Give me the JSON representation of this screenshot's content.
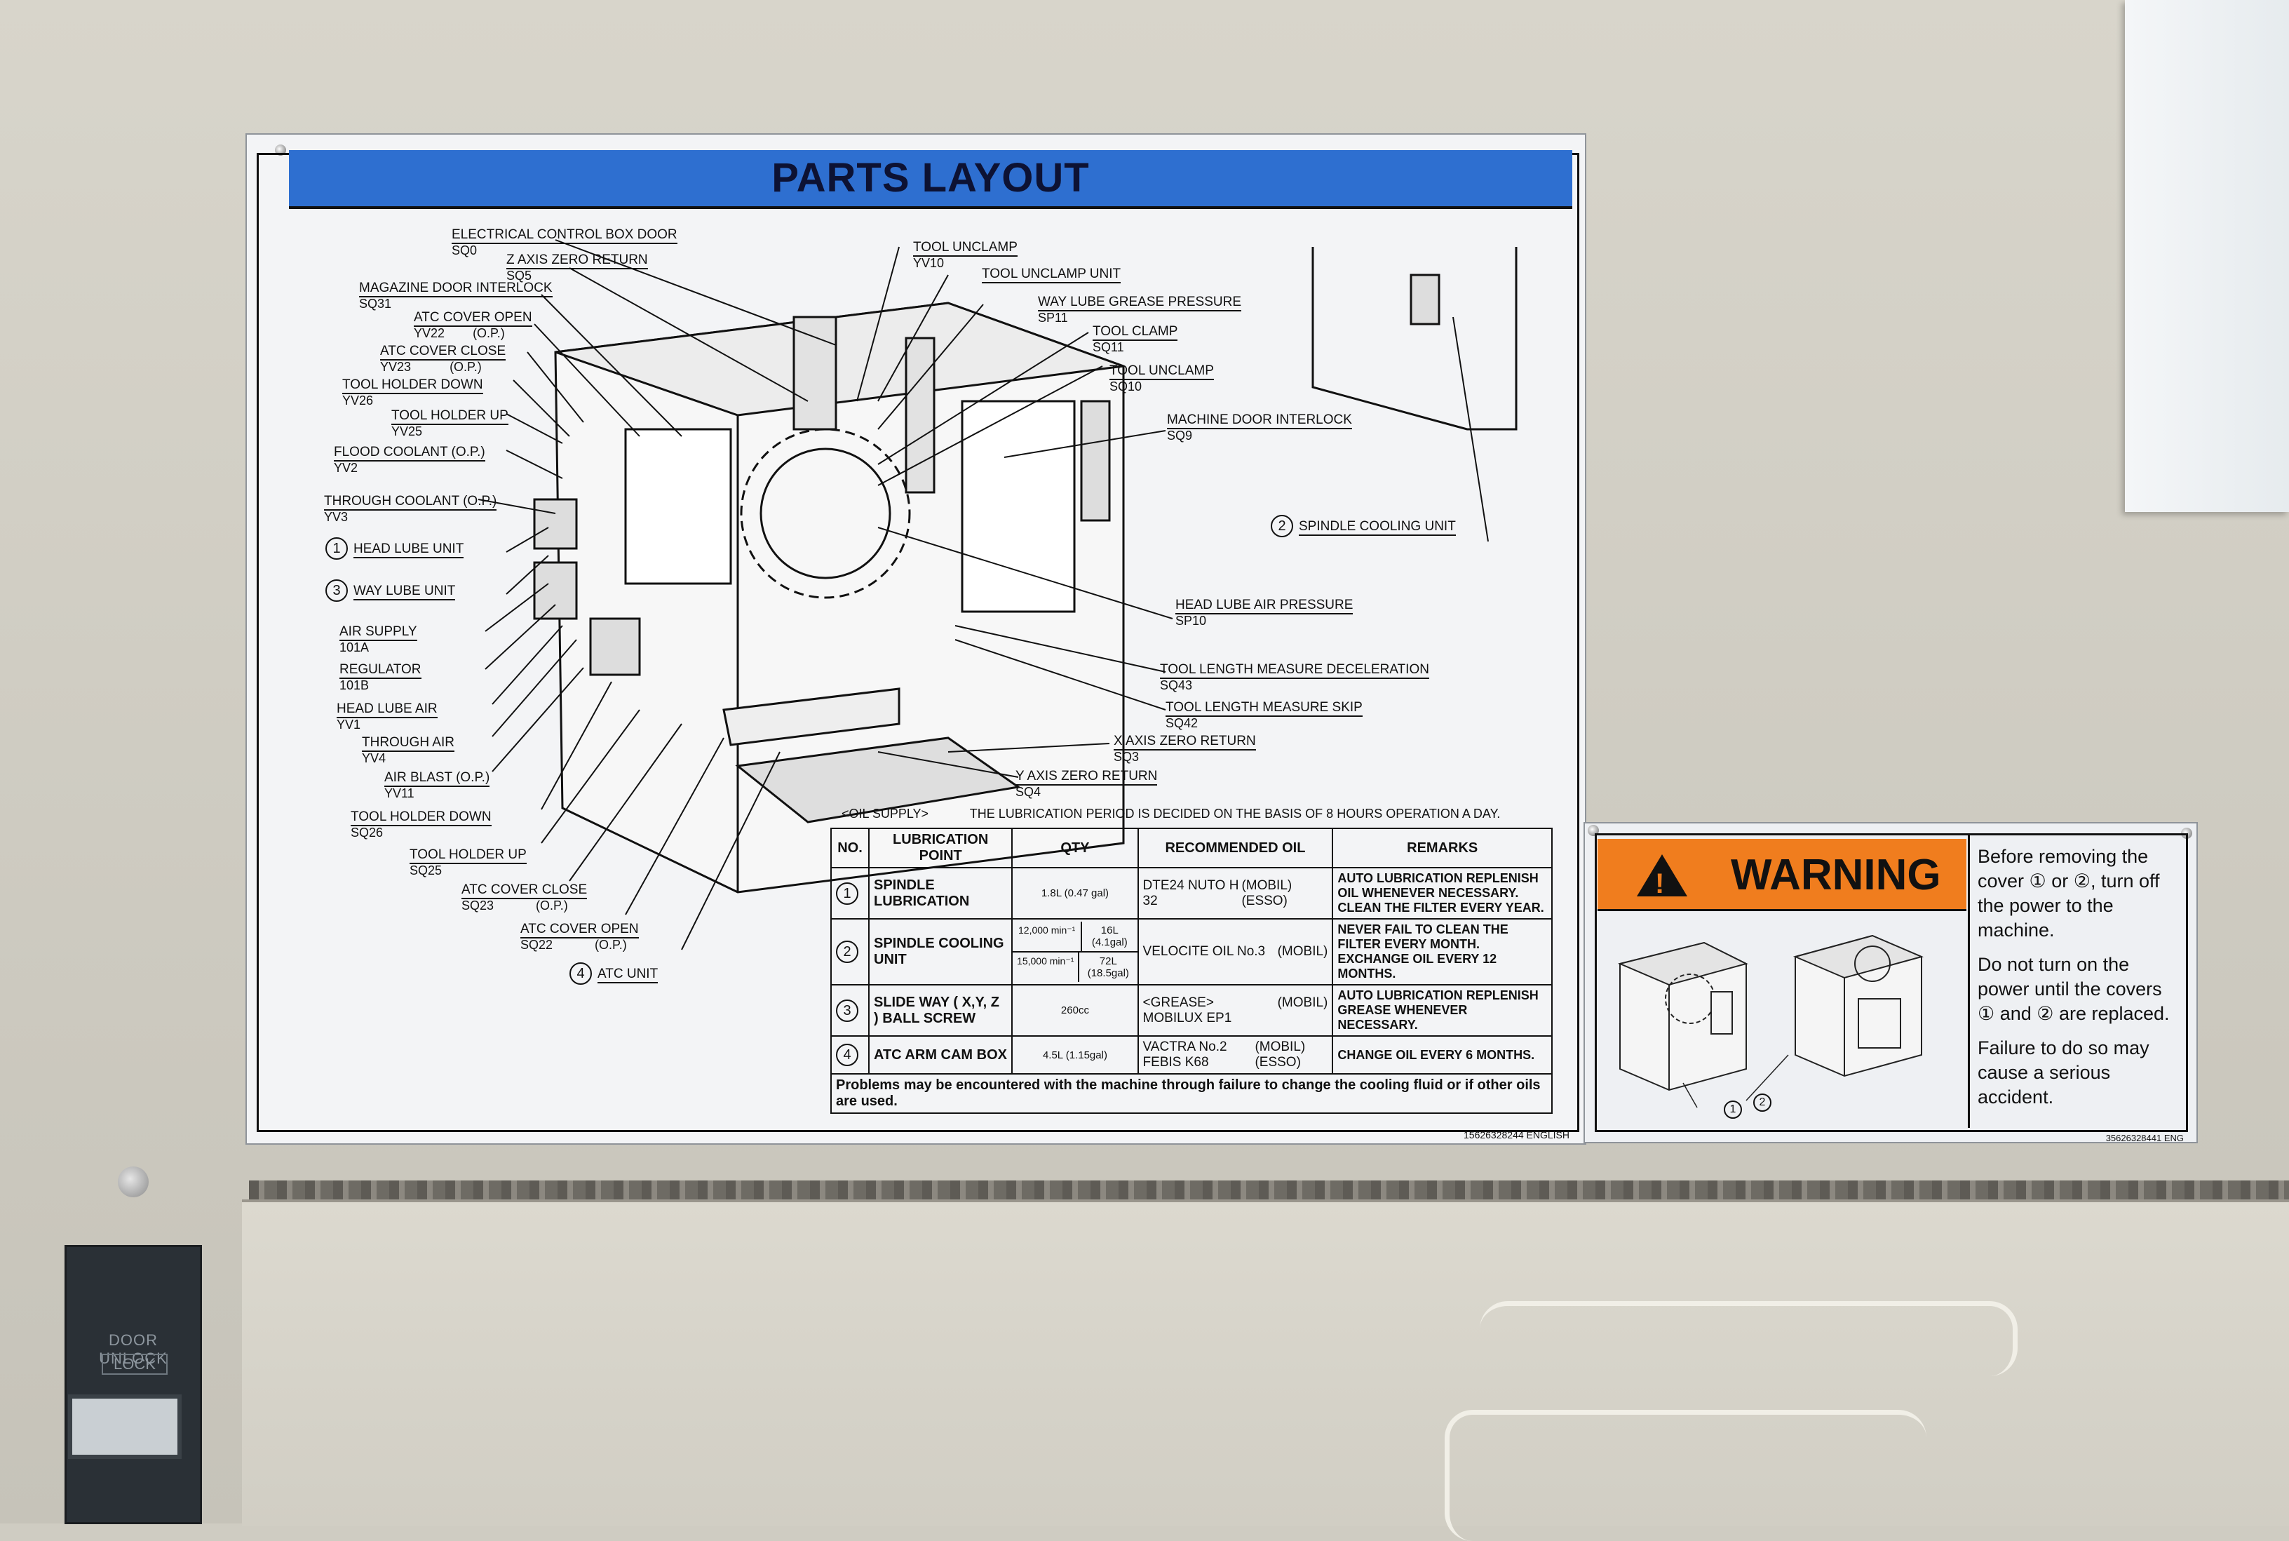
{
  "parts_layout": {
    "title": "PARTS LAYOUT",
    "part_number": "15626328244 ENGLISH",
    "left_callouts": [
      {
        "label": "ELECTRICAL CONTROL BOX DOOR",
        "code": "SQ0"
      },
      {
        "label": "Z AXIS ZERO RETURN",
        "code": "SQ5"
      },
      {
        "label": "MAGAZINE DOOR INTERLOCK",
        "code": "SQ31"
      },
      {
        "label": "ATC COVER OPEN",
        "code": "YV22",
        "note": "(O.P.)"
      },
      {
        "label": "ATC COVER CLOSE",
        "code": "YV23",
        "note": "(O.P.)"
      },
      {
        "label": "TOOL HOLDER DOWN",
        "code": "YV26"
      },
      {
        "label": "TOOL HOLDER UP",
        "code": "YV25"
      },
      {
        "label": "FLOOD COOLANT (O.P.)",
        "code": "YV2"
      },
      {
        "label": "THROUGH COOLANT (O.P.)",
        "code": "YV3"
      },
      {
        "label": "HEAD LUBE UNIT",
        "num": "1"
      },
      {
        "label": "WAY LUBE UNIT",
        "num": "3"
      },
      {
        "label": "AIR SUPPLY",
        "code": "101A"
      },
      {
        "label": "REGULATOR",
        "code": "101B"
      },
      {
        "label": "HEAD LUBE AIR",
        "code": "YV1"
      },
      {
        "label": "THROUGH AIR",
        "code": "YV4"
      },
      {
        "label": "AIR BLAST (O.P.)",
        "code": "YV11"
      },
      {
        "label": "TOOL HOLDER DOWN",
        "code": "SQ26"
      },
      {
        "label": "TOOL HOLDER UP",
        "code": "SQ25"
      },
      {
        "label": "ATC COVER CLOSE",
        "code": "SQ23",
        "note": "(O.P.)"
      },
      {
        "label": "ATC COVER OPEN",
        "code": "SQ22",
        "note": "(O.P.)"
      },
      {
        "label": "ATC UNIT",
        "num": "4"
      }
    ],
    "right_callouts": [
      {
        "label": "TOOL UNCLAMP",
        "code": "YV10"
      },
      {
        "label": "TOOL UNCLAMP UNIT"
      },
      {
        "label": "WAY LUBE GREASE PRESSURE",
        "code": "SP11"
      },
      {
        "label": "TOOL CLAMP",
        "code": "SQ11"
      },
      {
        "label": "TOOL UNCLAMP",
        "code": "SQ10"
      },
      {
        "label": "MACHINE DOOR INTERLOCK",
        "code": "SQ9"
      },
      {
        "label": "SPINDLE COOLING UNIT",
        "num": "2"
      },
      {
        "label": "HEAD LUBE AIR PRESSURE",
        "code": "SP10"
      },
      {
        "label": "TOOL LENGTH MEASURE DECELERATION",
        "code": "SQ43"
      },
      {
        "label": "TOOL LENGTH MEASURE SKIP",
        "code": "SQ42"
      },
      {
        "label": "X AXIS ZERO RETURN",
        "code": "SQ3"
      },
      {
        "label": "Y AXIS ZERO RETURN",
        "code": "SQ4"
      }
    ],
    "oil_supply_label": "<OIL SUPPLY>",
    "oil_supply_note": "THE LUBRICATION PERIOD IS DECIDED ON THE BASIS OF 8 HOURS OPERATION A DAY.",
    "table": {
      "headers": [
        "NO.",
        "LUBRICATION POINT",
        "QTY",
        "RECOMMENDED OIL",
        "REMARKS"
      ],
      "rows": [
        {
          "no": "1",
          "point": "SPINDLE LUBRICATION",
          "qty": "1.8L (0.47 gal)",
          "oil": "DTE24 NUTO H 32",
          "brand": "(MOBIL) (ESSO)",
          "remarks": "AUTO LUBRICATION REPLENISH OIL WHENEVER NECESSARY. CLEAN THE FILTER EVERY YEAR."
        },
        {
          "no": "2",
          "point": "SPINDLE COOLING UNIT",
          "rpm1": "12,000 min⁻¹",
          "qty1": "16L (4.1gal)",
          "rpm2": "15,000 min⁻¹",
          "qty2": "72L (18.5gal)",
          "oil": "VELOCITE OIL No.3",
          "brand": "(MOBIL)",
          "remarks": "NEVER FAIL TO CLEAN THE FILTER EVERY MONTH. EXCHANGE OIL EVERY 12 MONTHS."
        },
        {
          "no": "3",
          "point": "SLIDE WAY ( X,Y, Z ) BALL SCREW",
          "qty": "260cc",
          "oil": "<GREASE> MOBILUX EP1",
          "brand": "(MOBIL)",
          "remarks": "AUTO LUBRICATION REPLENISH GREASE WHENEVER NECESSARY."
        },
        {
          "no": "4",
          "point": "ATC ARM CAM BOX",
          "qty": "4.5L (1.15gal)",
          "oil": "VACTRA No.2 FEBIS K68",
          "brand": "(MOBIL) (ESSO)",
          "remarks": "CHANGE OIL EVERY 6 MONTHS."
        }
      ],
      "footer": "Problems may be encountered with the machine through failure to change the cooling fluid or if other oils are used."
    }
  },
  "warning": {
    "header": "WARNING",
    "line1": "Before removing the cover ① or ②, turn off the power to the machine.",
    "line2": "Do not turn on the power until the covers ① and ② are replaced.",
    "line3": "Failure to do so may cause a serious accident.",
    "label1": "1",
    "label2": "2",
    "part_number": "35626328441 ENG"
  },
  "door_unlock": {
    "label": "DOOR UNLOCK",
    "sub": "LOCK"
  },
  "colors": {
    "title_bar": "#2e6fd0",
    "warning_orange": "#f07d1e",
    "wall": "#d2cfc5"
  }
}
